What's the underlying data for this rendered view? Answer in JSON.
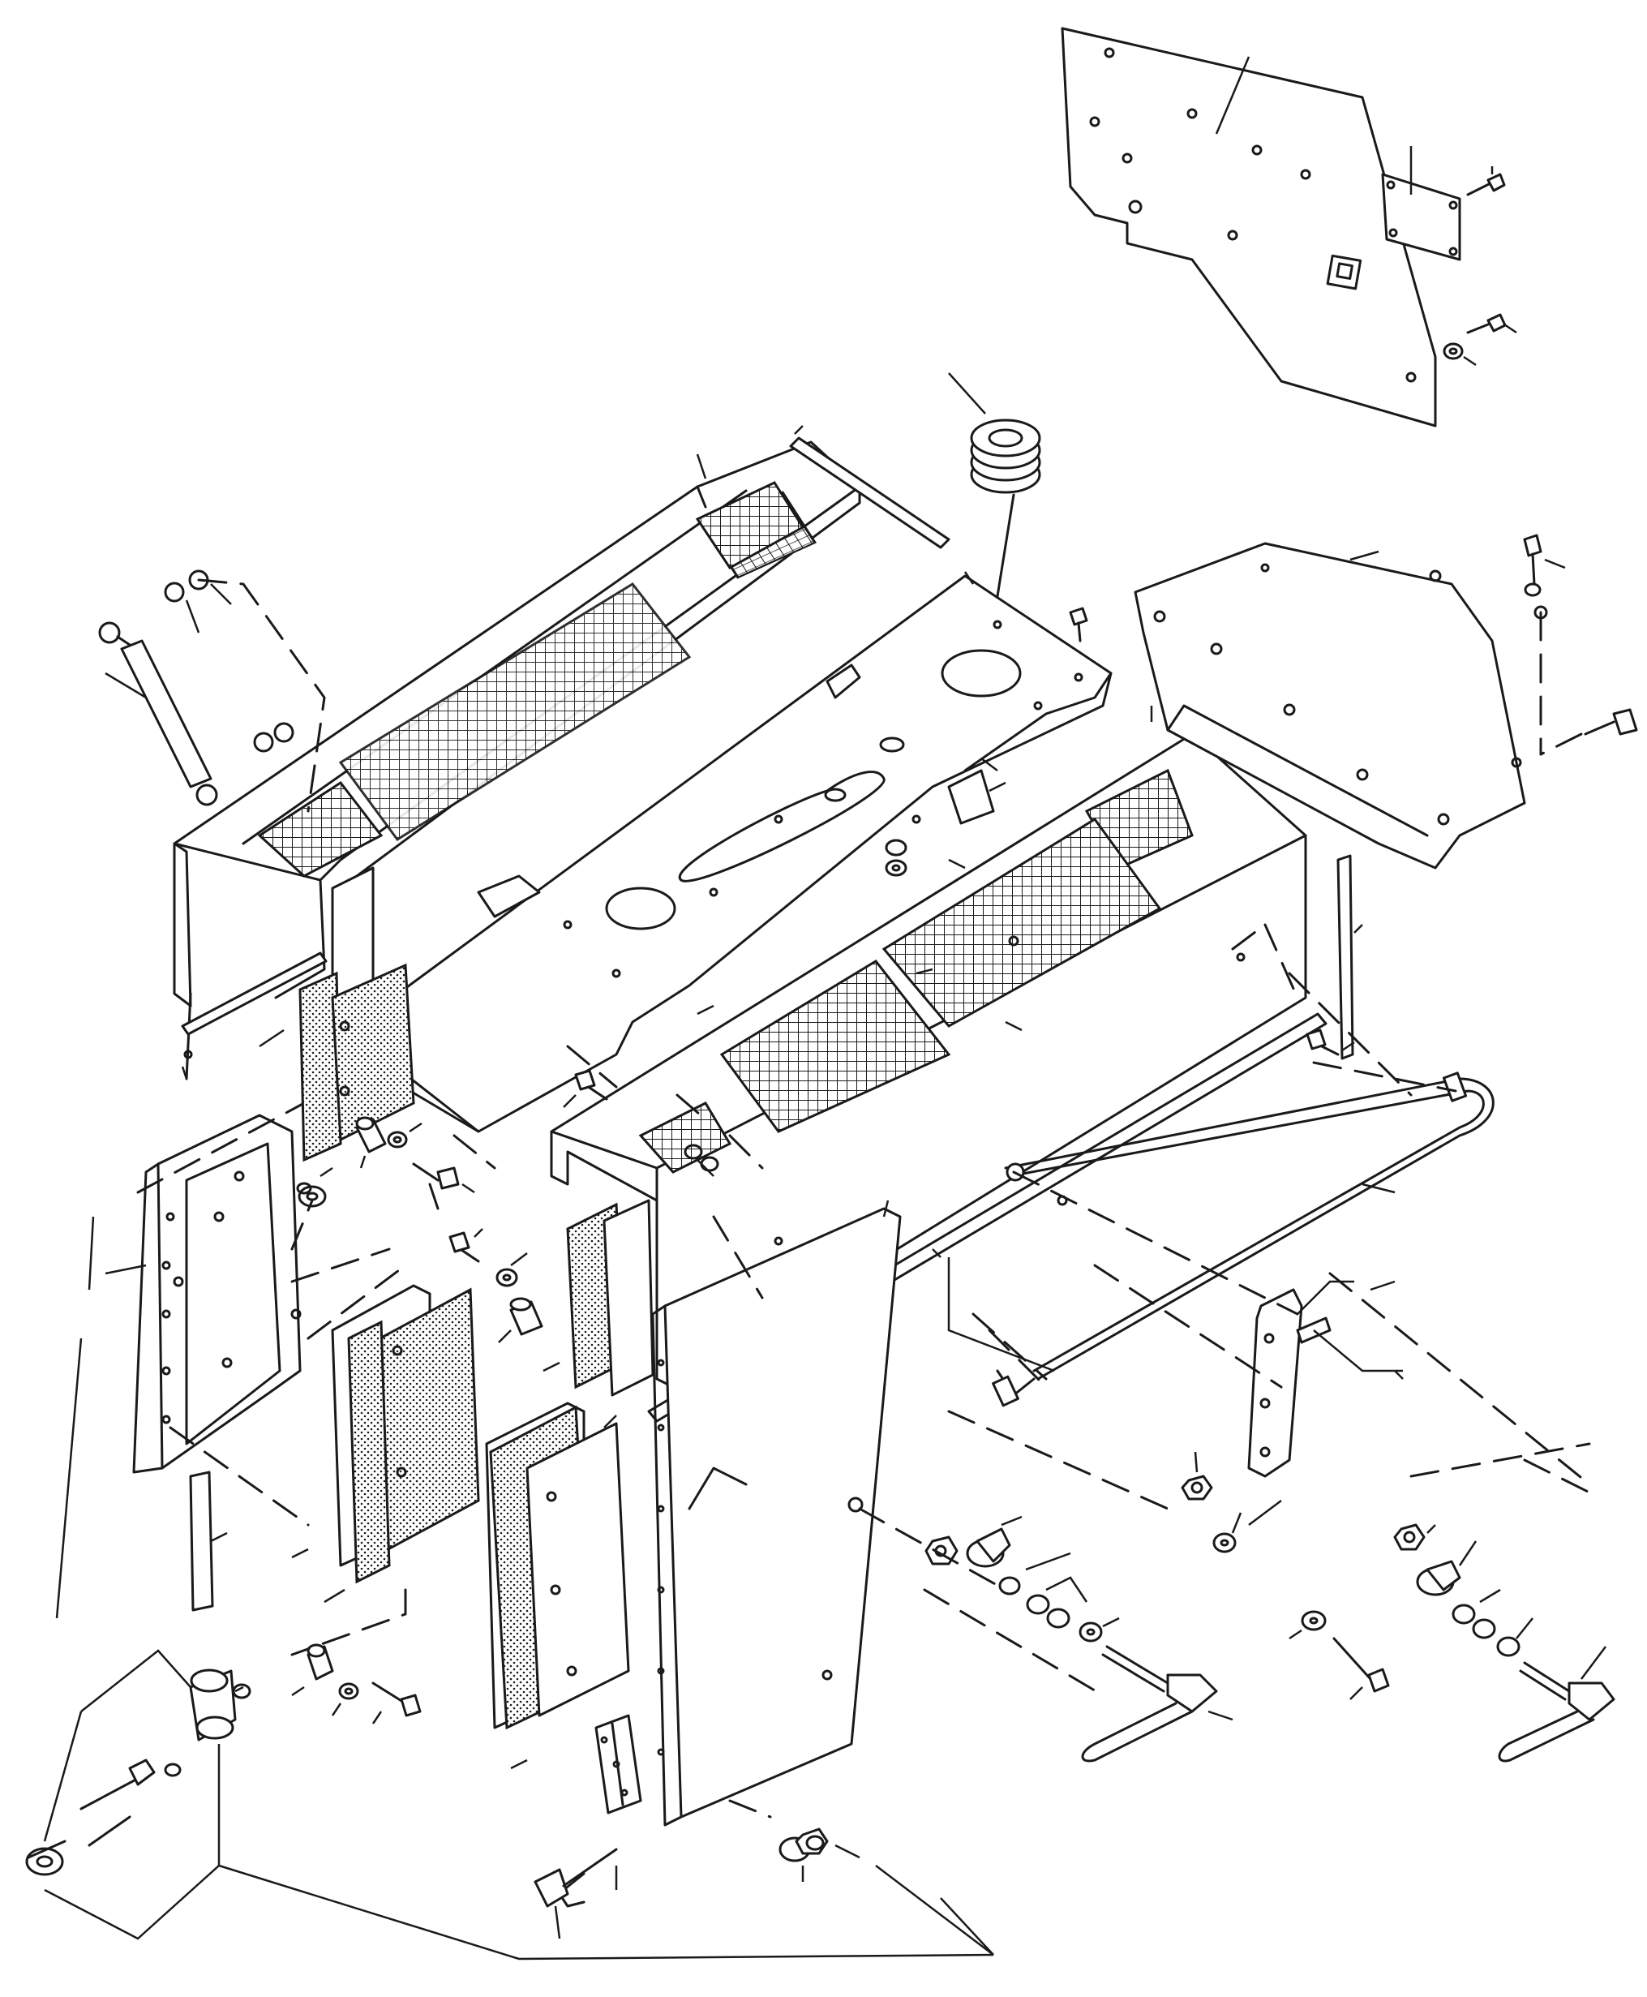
{
  "diagram": {
    "type": "exploded-parts-view",
    "printed_text": [],
    "colors": {
      "ink": "#1a1a1a",
      "paper": "#ffffff"
    },
    "parts": [
      "side-cover-plate",
      "small-cover-plate",
      "rubber-grommet",
      "top-cover-left",
      "center-frame-plate",
      "top-cover-right",
      "side-bracket",
      "gas-spring",
      "left-door-frame",
      "filter-panel",
      "center-door",
      "handle-rod",
      "hinge-plate",
      "lock-handle-left",
      "lock-handle-right",
      "rubber-mount",
      "hinge",
      "bolts-nuts-washers"
    ]
  }
}
